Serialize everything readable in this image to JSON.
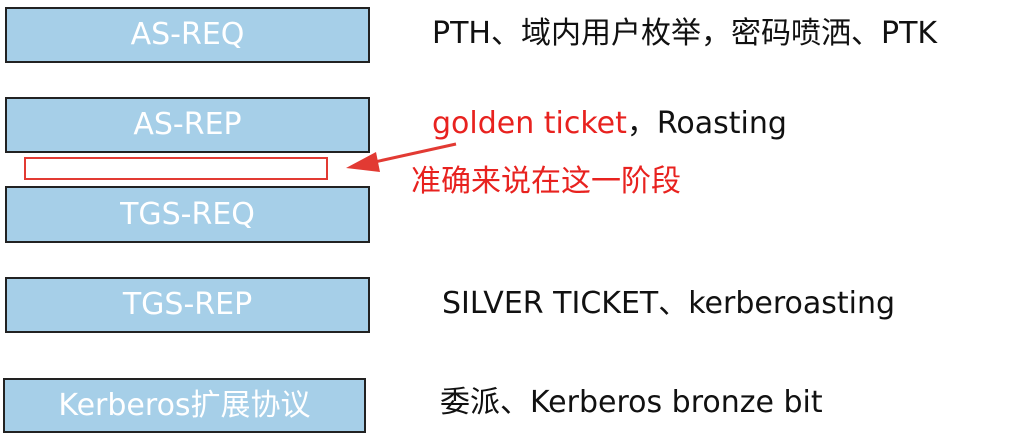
{
  "stages": [
    {
      "label": "AS-REQ",
      "note": "PTH、域内用户枚举，密码喷洒、PTK"
    },
    {
      "label": "AS-REP",
      "note_red": "golden ticket",
      "note_rest": "，Roasting"
    },
    {
      "label": "TGS-REQ"
    },
    {
      "label": "TGS-REP",
      "note": "SILVER TICKET、kerberoasting"
    },
    {
      "label": "Kerberos扩展协议",
      "note": "委派、Kerberos bronze bit"
    }
  ],
  "annotation": {
    "text": "准确来说在这一阶段"
  },
  "colors": {
    "box_fill": "#a6cfe8",
    "box_border": "#222222",
    "box_text": "#ffffff",
    "accent_red": "#e8221f",
    "note_text": "#111111"
  }
}
